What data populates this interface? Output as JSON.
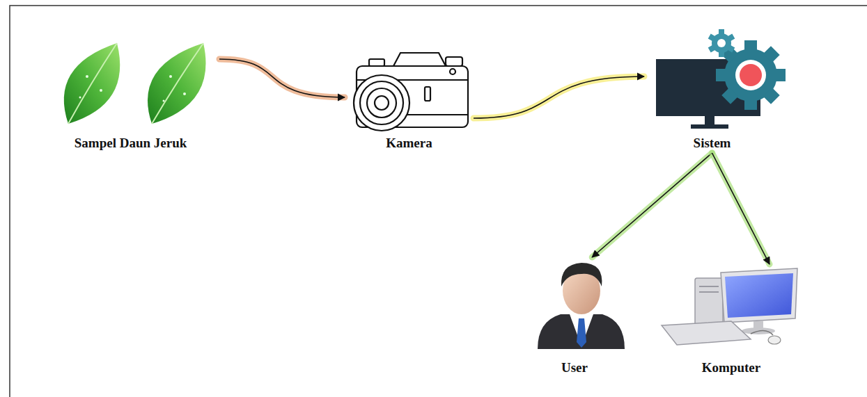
{
  "diagram": {
    "nodes": [
      {
        "text": [
          "Sampel Daun Jeruk"
        ]
      },
      {
        "text": [
          "Kamera"
        ]
      },
      {
        "text": [
          "Sistem"
        ]
      },
      {
        "text": [
          "User"
        ]
      },
      {
        "text": [
          "Komputer"
        ]
      }
    ],
    "edges": [
      {
        "from": 0,
        "to": 1,
        "arrow": "to"
      },
      {
        "from": 1,
        "to": 2,
        "arrow": "to"
      },
      {
        "from": 2,
        "to": 3,
        "arrow": "to"
      },
      {
        "from": 2,
        "to": 4,
        "arrow": "to"
      }
    ]
  }
}
